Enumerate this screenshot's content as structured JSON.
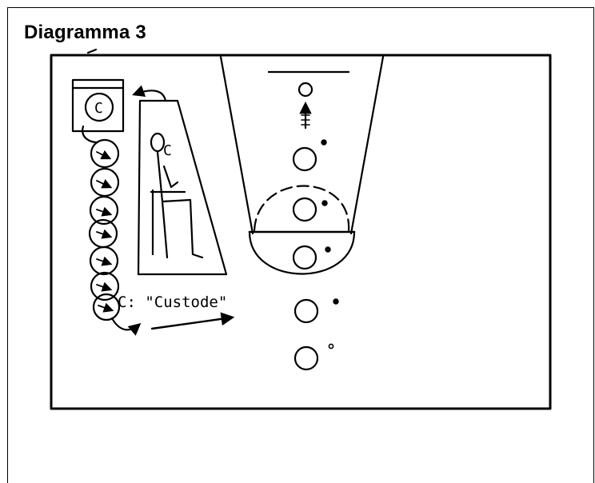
{
  "title": "Diagramma 3",
  "legend": "C: \"Custode\"",
  "custodian_letter": "C",
  "chair_letter": "C",
  "ink_color": "#000000"
}
